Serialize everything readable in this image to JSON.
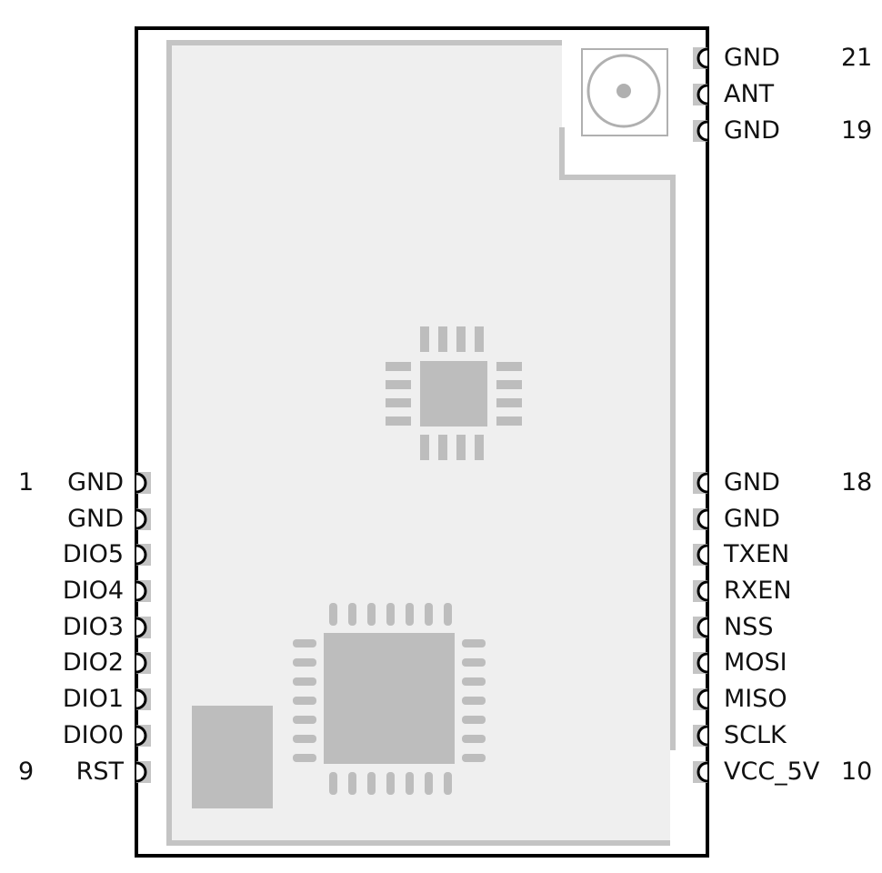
{
  "module": {
    "colors": {
      "outline": "#000000",
      "shield_fill": "#efefef",
      "shield_border": "#c4c4c4",
      "chip": "#bdbdbd",
      "pad": "#c4c4c4",
      "antenna_ring": "#b0b0b0"
    },
    "left_pins": [
      {
        "name": "GND",
        "number": "1"
      },
      {
        "name": "GND",
        "number": ""
      },
      {
        "name": "DIO5",
        "number": ""
      },
      {
        "name": "DIO4",
        "number": ""
      },
      {
        "name": "DIO3",
        "number": ""
      },
      {
        "name": "DIO2",
        "number": ""
      },
      {
        "name": "DIO1",
        "number": ""
      },
      {
        "name": "DIO0",
        "number": ""
      },
      {
        "name": "RST",
        "number": "9"
      }
    ],
    "right_pins_bottom": [
      {
        "name": "GND",
        "number": "18"
      },
      {
        "name": "GND",
        "number": ""
      },
      {
        "name": "TXEN",
        "number": ""
      },
      {
        "name": "RXEN",
        "number": ""
      },
      {
        "name": "NSS",
        "number": ""
      },
      {
        "name": "MOSI",
        "number": ""
      },
      {
        "name": "MISO",
        "number": ""
      },
      {
        "name": "SCLK",
        "number": ""
      },
      {
        "name": "VCC_5V",
        "number": "10"
      }
    ],
    "right_pins_top": [
      {
        "name": "GND",
        "number": "21"
      },
      {
        "name": "ANT",
        "number": ""
      },
      {
        "name": "GND",
        "number": "19"
      }
    ]
  }
}
